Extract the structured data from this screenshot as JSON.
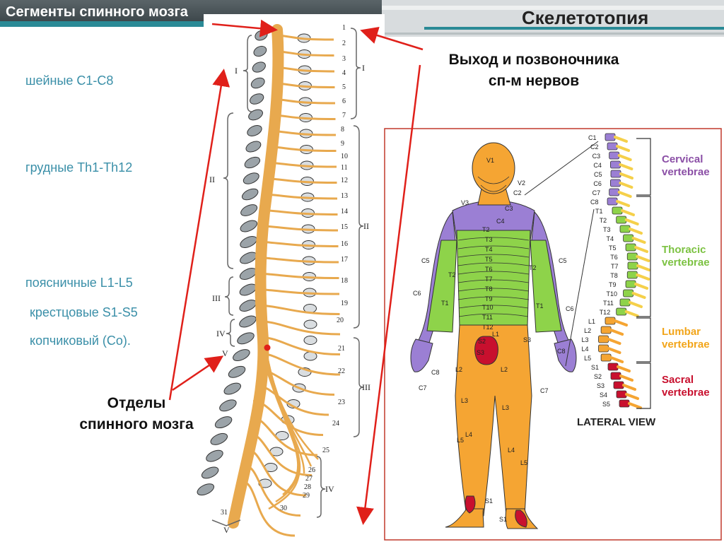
{
  "header": {
    "left_title": "Сегменты спинного мозга",
    "right_title": "Скелетотопия"
  },
  "exit_label": {
    "line1": "Выход и позвоночника",
    "line2": "сп-м нервов"
  },
  "segments": {
    "cervical": "шейные  С1-С8",
    "thoracic": "грудные Th1-Th12",
    "lumbar": "поясничные L1-L5",
    "sacral": "крестцовые S1-S5",
    "coccygeal": "копчиковый (Со)."
  },
  "departments_label": {
    "line1": "Отделы",
    "line2": "спинного мозга"
  },
  "spine_figure": {
    "vertebra_numbers": [
      "1",
      "2",
      "3",
      "4",
      "5",
      "6",
      "7",
      "8",
      "9",
      "10",
      "11",
      "12",
      "13",
      "14",
      "15",
      "16",
      "17",
      "18",
      "19",
      "20",
      "21",
      "22",
      "23",
      "24",
      "25",
      "26",
      "27",
      "28",
      "29",
      "30",
      "31"
    ],
    "left_roman": [
      "I",
      "II",
      "III",
      "IV",
      "V"
    ],
    "right_roman": [
      "I",
      "II",
      "III",
      "IV",
      "V"
    ]
  },
  "dermatome_figure": {
    "body_labels": {
      "v1": "V1",
      "v2": "V2",
      "v3": "V3",
      "c2": "C2",
      "c3": "C3",
      "c4": "C4",
      "t2": "T2",
      "t3": "T3",
      "t4": "T4",
      "t5": "T5",
      "t6": "T6",
      "t7": "T7",
      "t8": "T8",
      "t9": "T9",
      "t10": "T10",
      "t11": "T11",
      "t12": "T12",
      "c5l": "C5",
      "c5r": "C5",
      "t2l": "T2",
      "t2r": "T2",
      "c6l": "C6",
      "c6r": "C6",
      "t1l": "T1",
      "t1r": "T1",
      "l1": "L1",
      "s2": "S2",
      "s3a": "S3",
      "s3b": "S3",
      "c8l": "C8",
      "c8r": "C8",
      "c7l": "C7",
      "c7r": "C7",
      "l2l": "L2",
      "l2r": "L2",
      "l3l": "L3",
      "l3r": "L3",
      "l4l": "L4",
      "l4r": "L4",
      "l5l": "L5",
      "l5r": "L5",
      "s1l": "S1",
      "s1r": "S1"
    },
    "spine_labels": [
      "C1",
      "C2",
      "C3",
      "C4",
      "C5",
      "C6",
      "C7",
      "C8",
      "T1",
      "T2",
      "T3",
      "T4",
      "T5",
      "T6",
      "T7",
      "T8",
      "T9",
      "T10",
      "T11",
      "T12",
      "L1",
      "L2",
      "L3",
      "L4",
      "L5",
      "S1",
      "S2",
      "S3",
      "S4",
      "S5"
    ],
    "regions": {
      "cervical": {
        "line1": "Cervical",
        "line2": "vertebrae",
        "color": "#8b4fa6"
      },
      "thoracic": {
        "line1": "Thoracic",
        "line2": "vertebrae",
        "color": "#7cc242"
      },
      "lumbar": {
        "line1": "Lumbar",
        "line2": "vertebrae",
        "color": "#f2a51a"
      },
      "sacral": {
        "line1": "Sacral",
        "line2": "vertebrae",
        "color": "#c8102e"
      }
    },
    "caption": "LATERAL VIEW"
  },
  "colors": {
    "arrow": "#e0201a",
    "segment_text": "#3a8fa8",
    "nerve": "#e8a94e",
    "cervical": "#9b7fd4",
    "thoracic": "#8ed34a",
    "lumbar": "#f5a533",
    "sacral": "#c8102e"
  }
}
